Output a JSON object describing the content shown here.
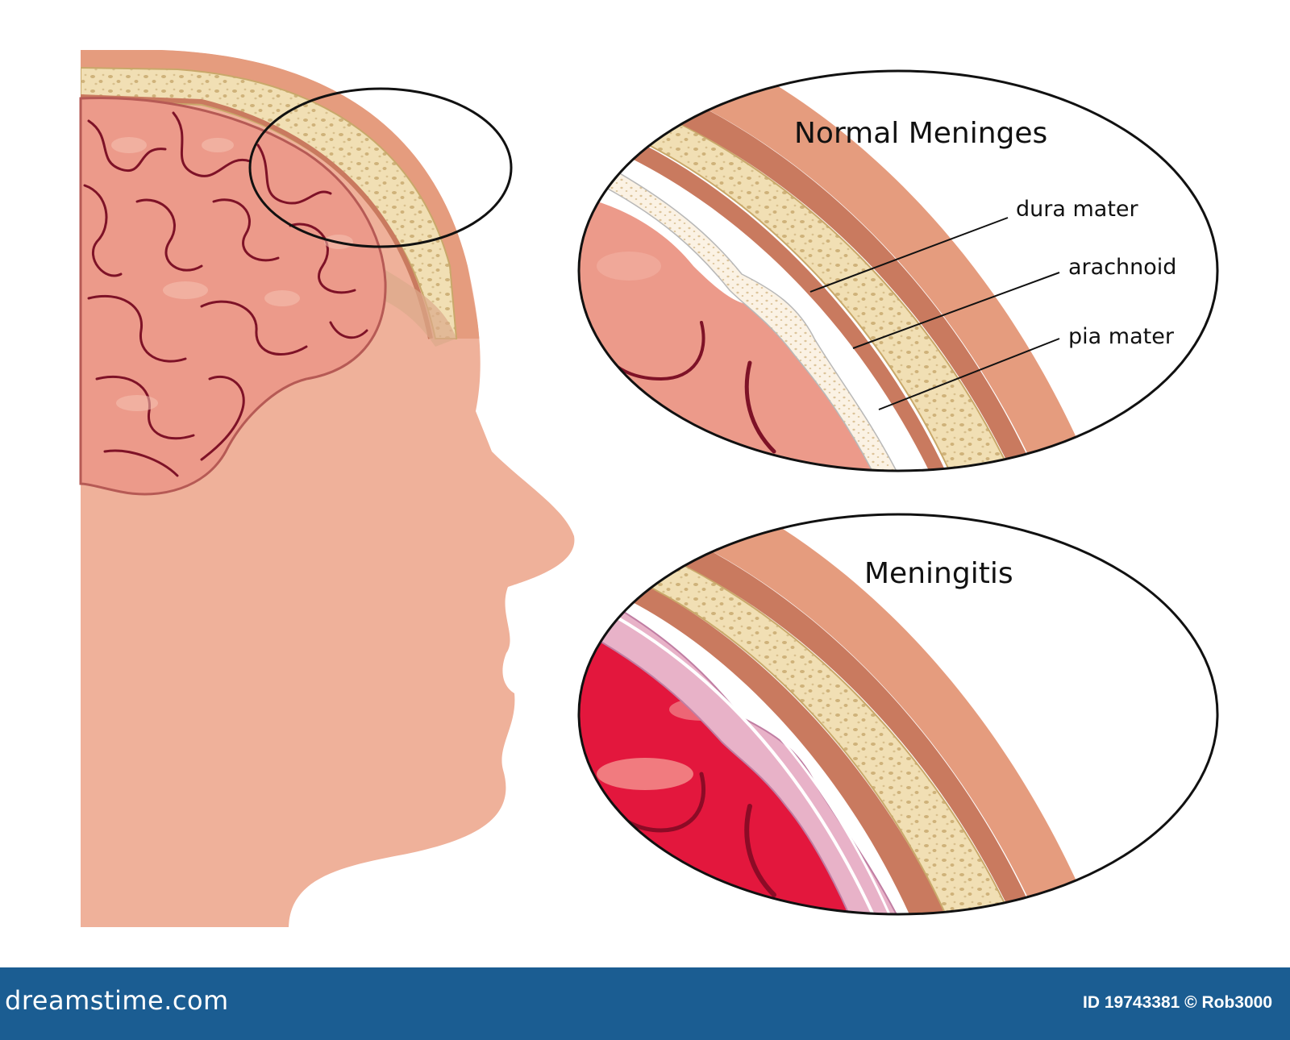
{
  "labels": {
    "normal_title": "Normal Meninges",
    "dura": "dura mater",
    "arachnoid": "arachnoid",
    "pia": "pia mater",
    "meningitis_title": "Meningitis"
  },
  "footer": {
    "brand": "dreamstime.com",
    "id_text": "ID 19743381 © Rob3000"
  },
  "colors": {
    "skin": "#efb19a",
    "scalp": "#e59c7e",
    "bone": "#f1dfb4",
    "dura": "#c97a5f",
    "brain": "#ec9a8a",
    "gyri_lines": "#7e1227",
    "inflamed": "#e3173d",
    "inflamed_meninges": "#e8b2c8",
    "footer_bg": "#1b5d92"
  }
}
